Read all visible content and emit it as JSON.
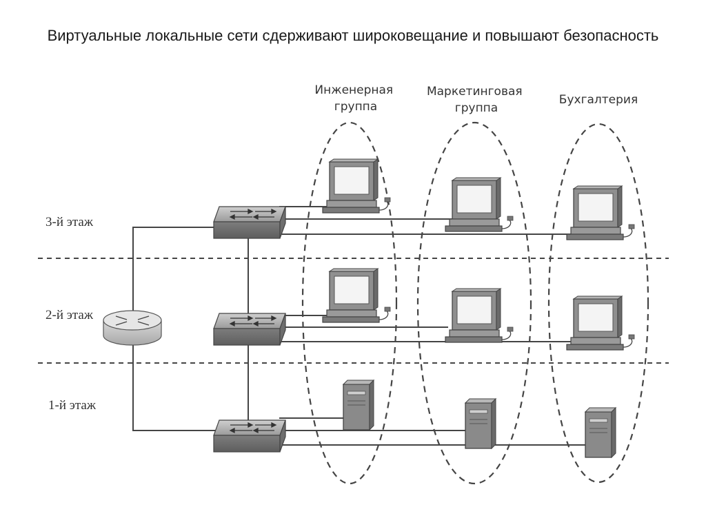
{
  "title": "Виртуальные локальные сети сдерживают широковещание и повышают безопасность",
  "groups": {
    "engineering": "Инженерная группа",
    "engineering_l1": "Инженерная",
    "engineering_l2": "группа",
    "marketing_l1": "Маркетинговая",
    "marketing_l2": "группа",
    "accounting": "Бухгалтерия"
  },
  "floors": {
    "floor3": "3-й этаж",
    "floor2": "2-й этаж",
    "floor1": "1-й этаж"
  },
  "icons": [
    "router-icon",
    "switch-icon",
    "workstation-icon",
    "server-icon"
  ],
  "colors": {
    "ink": "#444444",
    "device_gray": "#8a8a8a",
    "screen": "#f4f4f4"
  }
}
